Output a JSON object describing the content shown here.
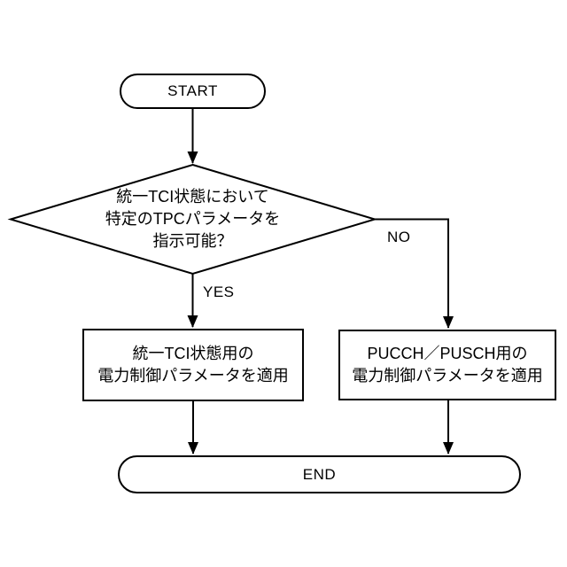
{
  "diagram": {
    "start": {
      "label": "START"
    },
    "decision": {
      "lines": [
        "統一TCI状態において",
        "特定のTPCパラメータを",
        "指示可能？"
      ]
    },
    "edges": {
      "yes_label": "YES",
      "no_label": "NO"
    },
    "process_unified": {
      "lines": [
        "統一TCI状態用の",
        "電力制御パラメータを適用"
      ]
    },
    "process_pucch": {
      "lines": [
        "PUCCH／PUSCH用の",
        "電力制御パラメータを適用"
      ]
    },
    "end": {
      "label": "END"
    },
    "colors": {
      "line": "#000000",
      "background": "#ffffff"
    }
  }
}
